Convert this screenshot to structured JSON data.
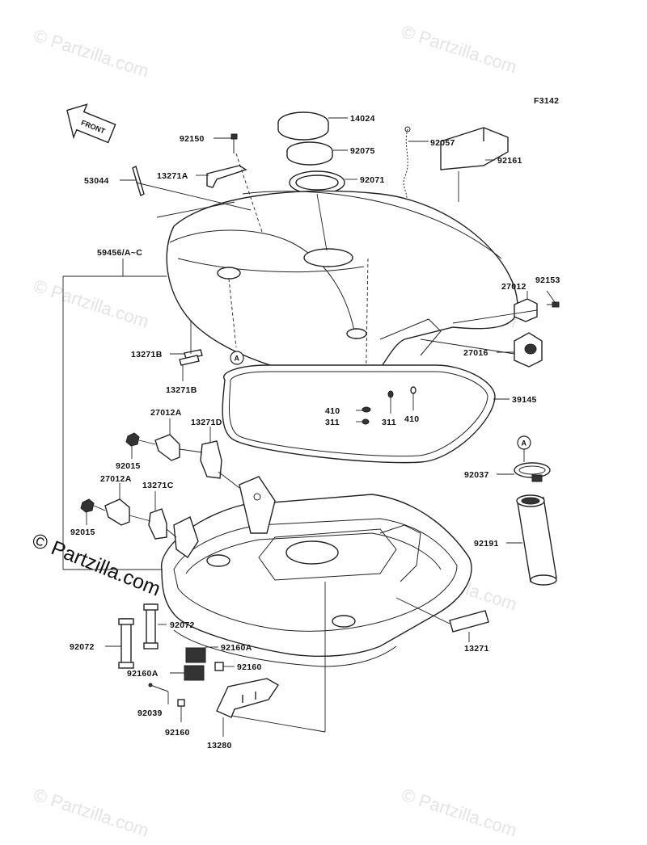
{
  "figure_code": "F3142",
  "front_label": "FRONT",
  "watermark": "© Partzilla.com",
  "circle_ref": "A",
  "parts": [
    {
      "id": "14024",
      "label": "14024"
    },
    {
      "id": "92150",
      "label": "92150"
    },
    {
      "id": "92057",
      "label": "92057"
    },
    {
      "id": "92075",
      "label": "92075"
    },
    {
      "id": "92161",
      "label": "92161"
    },
    {
      "id": "53044",
      "label": "53044"
    },
    {
      "id": "13271A",
      "label": "13271A"
    },
    {
      "id": "92071",
      "label": "92071"
    },
    {
      "id": "59456",
      "label": "59456/A~C"
    },
    {
      "id": "27012",
      "label": "27012"
    },
    {
      "id": "92153",
      "label": "92153"
    },
    {
      "id": "27016",
      "label": "27016"
    },
    {
      "id": "13271B_1",
      "label": "13271B"
    },
    {
      "id": "13271B_2",
      "label": "13271B"
    },
    {
      "id": "410_1",
      "label": "410"
    },
    {
      "id": "311_1",
      "label": "311"
    },
    {
      "id": "311_2",
      "label": "311"
    },
    {
      "id": "410_2",
      "label": "410"
    },
    {
      "id": "39145",
      "label": "39145"
    },
    {
      "id": "27012A_1",
      "label": "27012A"
    },
    {
      "id": "13271D",
      "label": "13271D"
    },
    {
      "id": "92015_1",
      "label": "92015"
    },
    {
      "id": "92037",
      "label": "92037"
    },
    {
      "id": "27012A_2",
      "label": "27012A"
    },
    {
      "id": "13271C",
      "label": "13271C"
    },
    {
      "id": "92015_2",
      "label": "92015"
    },
    {
      "id": "92191",
      "label": "92191"
    },
    {
      "id": "92072_1",
      "label": "92072"
    },
    {
      "id": "92072_2",
      "label": "92072"
    },
    {
      "id": "13271",
      "label": "13271"
    },
    {
      "id": "92160A_1",
      "label": "92160A"
    },
    {
      "id": "92160_1",
      "label": "92160"
    },
    {
      "id": "92160A_2",
      "label": "92160A"
    },
    {
      "id": "92039",
      "label": "92039"
    },
    {
      "id": "92160_2",
      "label": "92160"
    },
    {
      "id": "13280",
      "label": "13280"
    }
  ]
}
